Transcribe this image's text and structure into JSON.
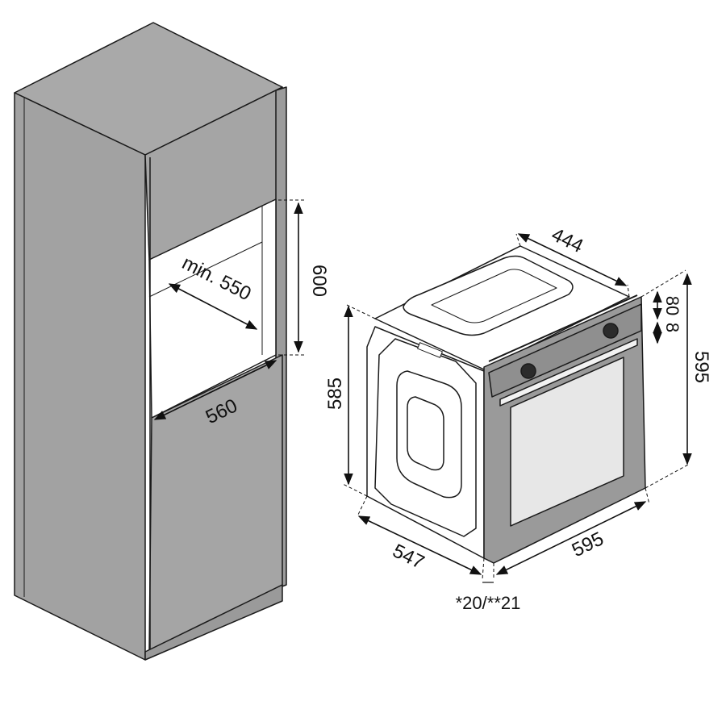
{
  "colors": {
    "cabinet_face": "#a4a4a4",
    "cabinet_side": "#9a9a9a",
    "cabinet_top": "#a9a9a9",
    "oven_panel": "#9a9a9a",
    "glass": "#e7e7e7",
    "outline": "#1a1a1a",
    "background": "#ffffff"
  },
  "icons": [
    "oven-knob-icon",
    "dimension-arrow-icon"
  ],
  "cabinet": {
    "dim_width": "560",
    "dim_depth": "min. 550",
    "dim_height": "600"
  },
  "oven": {
    "dim_top_depth": "444",
    "dim_panel_top": "80",
    "dim_panel_gap": "8",
    "dim_total_height": "595",
    "dim_body_height": "585",
    "dim_body_depth": "547",
    "dim_front_width": "595",
    "dim_front_offset": "*20/**21"
  }
}
